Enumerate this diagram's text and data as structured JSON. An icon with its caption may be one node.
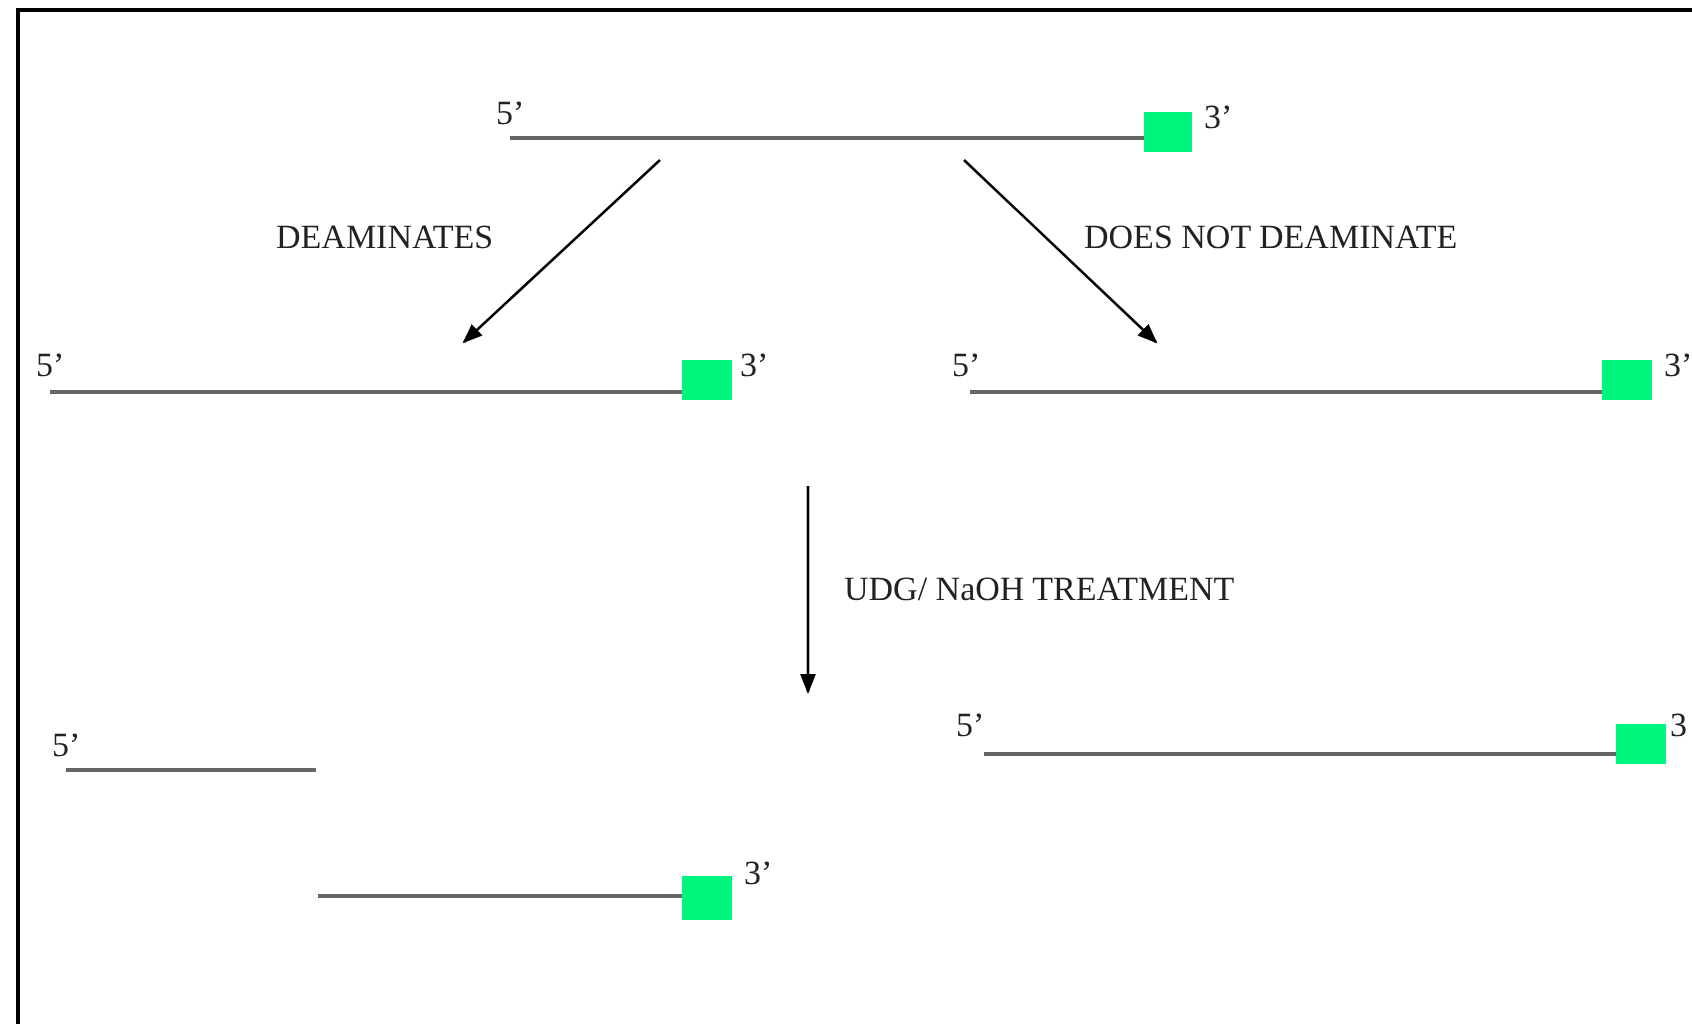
{
  "diagram": {
    "nodes": [
      {
        "text": [
          "5’",
          "3’"
        ]
      },
      {
        "text": [
          "5’",
          "3’"
        ]
      },
      {
        "text": [
          "5’",
          "3’"
        ]
      },
      {
        "text": [
          "5’"
        ]
      },
      {
        "text": [
          "3’"
        ]
      },
      {
        "text": [
          "5’",
          "3"
        ]
      }
    ],
    "edges": [
      {
        "from": 0,
        "to": 1,
        "arrow": "to",
        "label": "DEAMINATES"
      },
      {
        "from": 0,
        "to": 2,
        "arrow": "to",
        "label": "DOES NOT DEAMINATE"
      }
    ],
    "labels": [
      "UDG/ NaOH TREATMENT"
    ]
  }
}
